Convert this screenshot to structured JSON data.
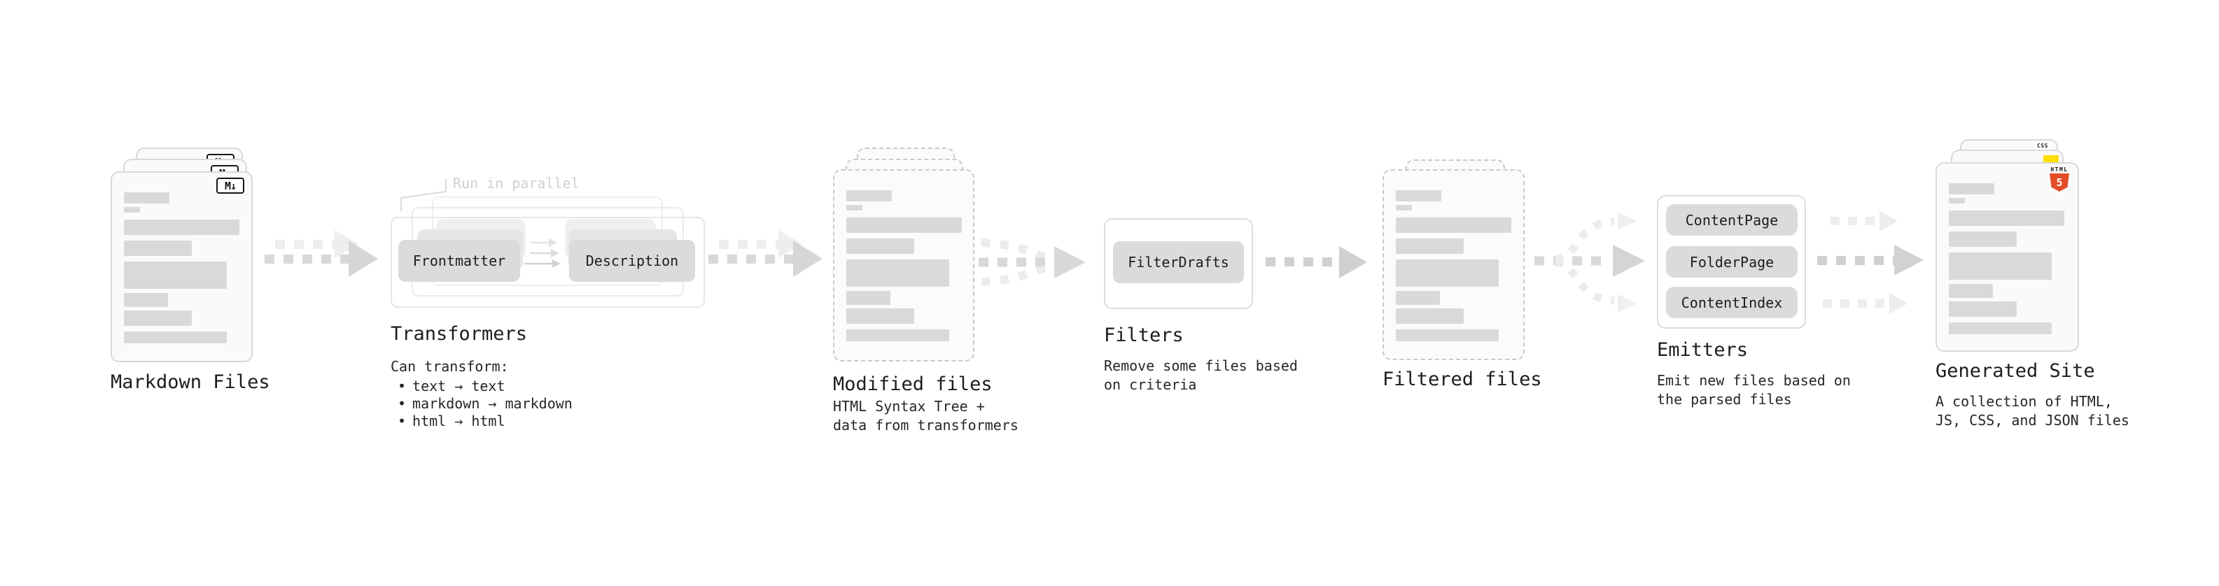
{
  "stages": {
    "markdown_files": {
      "title": "Markdown Files",
      "badge": "M↓"
    },
    "transformers": {
      "annotation": "Run in parallel",
      "title": "Transformers",
      "nodes": [
        "Frontmatter",
        "Description"
      ],
      "heading": "Can transform:",
      "bullet_glyph": "•",
      "bullets": [
        "text → text",
        "markdown → markdown",
        "html → html"
      ]
    },
    "modified_files": {
      "title": "Modified files",
      "subtitle": [
        "HTML Syntax Tree +",
        "data from transformers"
      ]
    },
    "filters": {
      "title": "Filters",
      "node": "FilterDrafts",
      "subtitle": [
        "Remove some files based",
        "on criteria"
      ]
    },
    "filtered_files": {
      "title": "Filtered files"
    },
    "emitters": {
      "title": "Emitters",
      "nodes": [
        "ContentPage",
        "FolderPage",
        "ContentIndex"
      ],
      "subtitle": [
        "Emit new files based on",
        "the parsed files"
      ]
    },
    "generated_site": {
      "title": "Generated Site",
      "subtitle": [
        "A collection of HTML,",
        "JS, CSS, and JSON files"
      ],
      "css_badge": "CSS",
      "html_badge": {
        "label": "HTML",
        "number": "5"
      }
    }
  },
  "colors": {
    "html5_orange": "#e44d26",
    "js_yellow": "#ffdf00",
    "css_blue": "#2f6be0",
    "bar_gray": "#d9d9d9"
  }
}
